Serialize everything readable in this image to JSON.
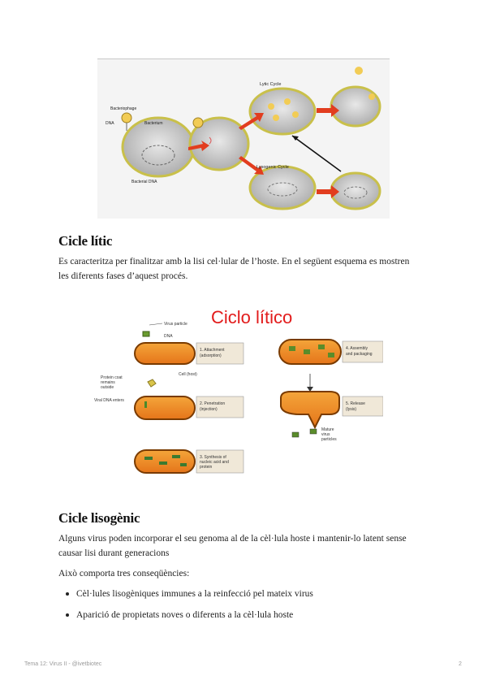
{
  "figure1": {
    "labels": {
      "bacteriophage": "Bacteriophage",
      "dna": "DNA",
      "bacterium": "Bacterium",
      "bacterial_dna": "Bacterial DNA",
      "lytic_cycle": "Lytic Cycle",
      "lysogenic_cycle": "Lysogenic Cycle"
    }
  },
  "section1": {
    "title": "Cicle lític",
    "paragraph_line1": "Es caracteritza per finalitzar amb la lisi cel·lular de l’hoste. En el següent esquema es mostren",
    "paragraph_line2": "les diferents fases d’aquest procés."
  },
  "figure2": {
    "title": "Ciclo lítico",
    "labels": {
      "virus_particle": "Virus particle",
      "dna": "DNA",
      "cell_host": "Cell (host)",
      "protein_coat_1": "Protein coat",
      "protein_coat_2": "remains",
      "protein_coat_3": "outside",
      "viral_dna_enters": "Viral DNA enters",
      "step1_a": "1. Attachment",
      "step1_b": "(adsorption)",
      "step2_a": "2. Penetration",
      "step2_b": "(injection)",
      "step3_a": "3. Synthesis of",
      "step3_b": "nucleic acid and",
      "step3_c": "protein",
      "step4_a": "4. Assembly",
      "step4_b": "and packaging",
      "step5_a": "5. Release",
      "step5_b": "(lysis)",
      "mature_1": "Mature",
      "mature_2": "virus",
      "mature_3": "particles"
    }
  },
  "section2": {
    "title": "Cicle lisogènic",
    "paragraph_line1": "Alguns virus poden incorporar el seu genoma al de la cèl·lula hoste i mantenir-lo latent sense",
    "paragraph_line2": "causar lisi durant generacions",
    "intro": "Això comporta tres conseqüències:",
    "bullets": [
      "Cèl·lules lisogèniques immunes a la reinfecció pel mateix virus",
      "Aparició de propietats noves o diferents a la cèl·lula hoste"
    ]
  },
  "footer": {
    "left": "Tema 12: Virus II - @ivetbiotec",
    "page": "2"
  }
}
